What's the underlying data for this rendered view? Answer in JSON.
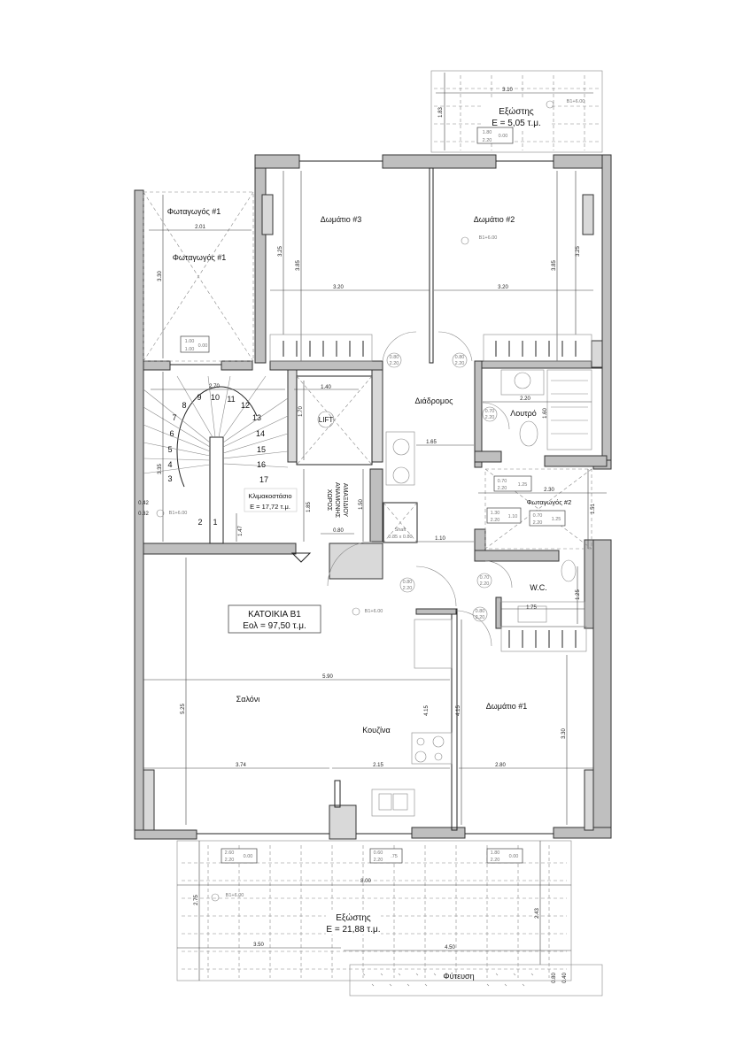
{
  "plan": {
    "title": "ΚΑΤΟΙΚΙΑ Β1",
    "area": "Εολ = 97,50 τ.μ.",
    "level": "B1+6.00"
  },
  "rooms": {
    "balcony_top": {
      "name": "Εξώστης",
      "area": "E = 5,05 τ.μ."
    },
    "lightwell1_a": "Φωταγωγός #1",
    "lightwell1_b": "Φωταγωγός #1",
    "room3": "Δωμάτιο #3",
    "room2": "Δωμάτιο #2",
    "corridor": "Διάδρομος",
    "bath": "Λουτρό",
    "lift": "LIFT",
    "stair": {
      "name": "Κλιμακοστάσιο",
      "area": "E = 17,72 τ.μ."
    },
    "waiting": [
      "ΧΩΡΟΣ",
      "ΑΝΑΜΟΝΗΣ",
      "ΑΜΑΞΙΔΙΟΥ"
    ],
    "shaft": [
      "Shaft",
      "0.85 x 0.80"
    ],
    "lightwell2": "Φωταγωγός #2",
    "wc": "W.C.",
    "living": "Σαλόνι",
    "kitchen": "Κουζίνα",
    "room1": "Δωμάτιο #1",
    "balcony_bottom": {
      "name": "Εξώστης",
      "area": "E = 21,88 τ.μ."
    },
    "planting": "Φύτευση"
  },
  "stairs": [
    "1",
    "2",
    "3",
    "4",
    "5",
    "6",
    "7",
    "8",
    "9",
    "10",
    "11",
    "12",
    "13",
    "14",
    "15",
    "16",
    "17"
  ],
  "dimensions": {
    "d310": "3.10",
    "d183": "1.83",
    "d201": "2.01",
    "d330a": "3.30",
    "d325a": "3.25",
    "d385a": "3.85",
    "d320a": "3.20",
    "d320b": "3.20",
    "d385b": "3.85",
    "d325b": "3.25",
    "d270": "2.70",
    "d140": "1.40",
    "d170": "1.70",
    "d335": "3.35",
    "d147": "1.47",
    "d185": "1.85",
    "d150": "1.50",
    "d080": "0.80",
    "d042": "0.42",
    "d032": "0.32",
    "d220": "2.20",
    "d160": "1.60",
    "d165": "1.65",
    "d110": "1.10",
    "d230": "2.30",
    "d151": "1.51",
    "d175": "1.75",
    "d125": "1.25",
    "d590": "5.90",
    "d525": "5.25",
    "d415a": "4.15",
    "d415b": "4.15",
    "d330b": "3.30",
    "d374": "3.74",
    "d215": "2.15",
    "d280": "2.80",
    "d800": "8.00",
    "d275": "2.75",
    "d243": "2.43",
    "d350": "3.50",
    "d450": "4.50",
    "d080b": "0.80",
    "d040": "0.40"
  },
  "levels": {
    "top": "B1+6.00",
    "room2": "B1+6.00",
    "stair": "B1+6.00",
    "main": "B1+6.00",
    "bottom": "B1+6.00"
  },
  "openings": {
    "w_top": [
      "1.80",
      "2.20",
      "0.00"
    ],
    "w_lw1": [
      "1.00",
      "1.00",
      "0.00"
    ],
    "d_room3": [
      "0.80",
      "2.20"
    ],
    "d_room2": [
      "0.80",
      "2.20"
    ],
    "d_bath": [
      "0.70",
      "2.20"
    ],
    "w_lw2a": [
      "0.70",
      "2.20",
      "1.25"
    ],
    "w_lw2b": [
      "1.30",
      "2.20",
      "1.10"
    ],
    "w_lw2c": [
      "0.70",
      "2.20",
      "1.25"
    ],
    "d_wc": [
      "0.70",
      "2.20"
    ],
    "d_kitchen": [
      "0.80",
      "2.20"
    ],
    "d_room1": [
      "0.80",
      "2.20"
    ],
    "w_b1": [
      "2.60",
      "2.20",
      "0.00"
    ],
    "w_b2": [
      "0.60",
      "2.20",
      ".75"
    ],
    "w_b3": [
      "1.80",
      "2.20",
      "0.00"
    ]
  }
}
